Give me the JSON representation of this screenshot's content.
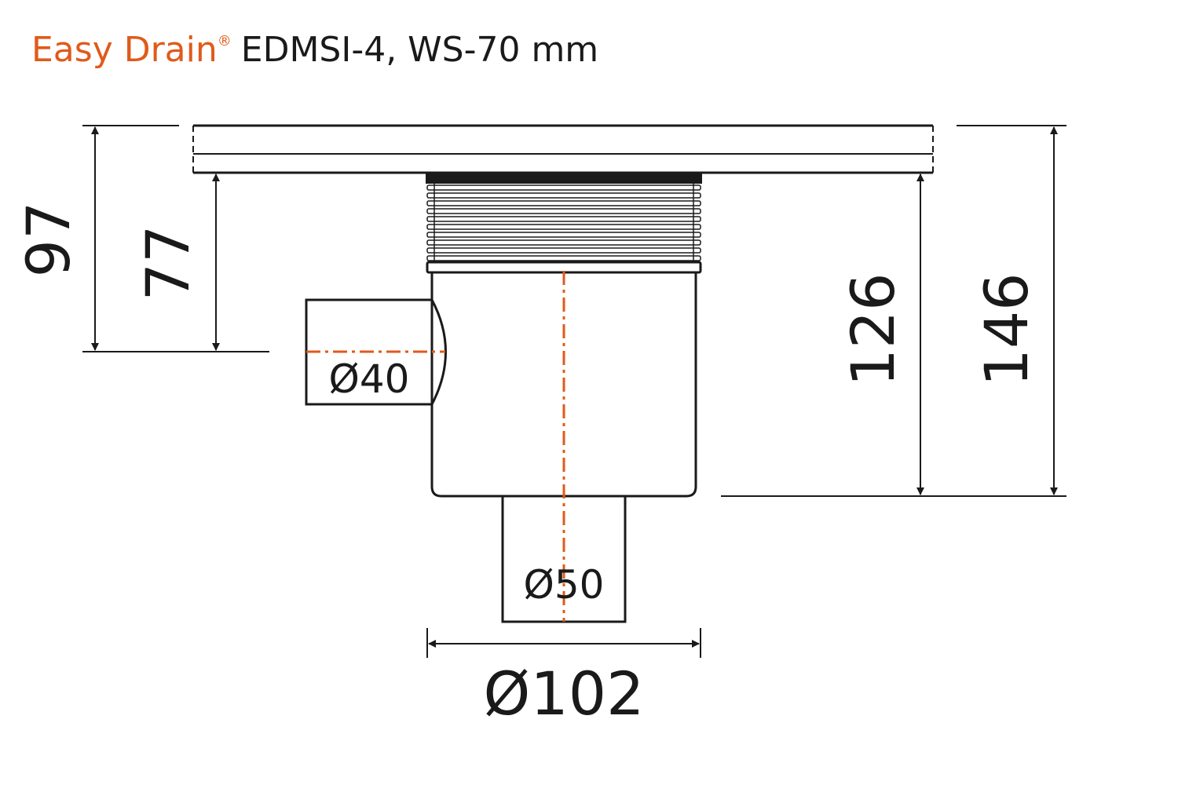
{
  "title": {
    "brand": "Easy Drain",
    "registered": "®",
    "model": "EDMSI-4, WS-70 mm"
  },
  "dimensions": {
    "total_height_left": "97",
    "outlet_height": "77",
    "body_height": "126",
    "total_height_right": "146",
    "side_outlet_diameter": "Ø40",
    "bottom_outlet_diameter": "Ø50",
    "body_diameter": "Ø102"
  },
  "colors": {
    "accent": "#e05a1a",
    "line": "#1a1a1a"
  }
}
